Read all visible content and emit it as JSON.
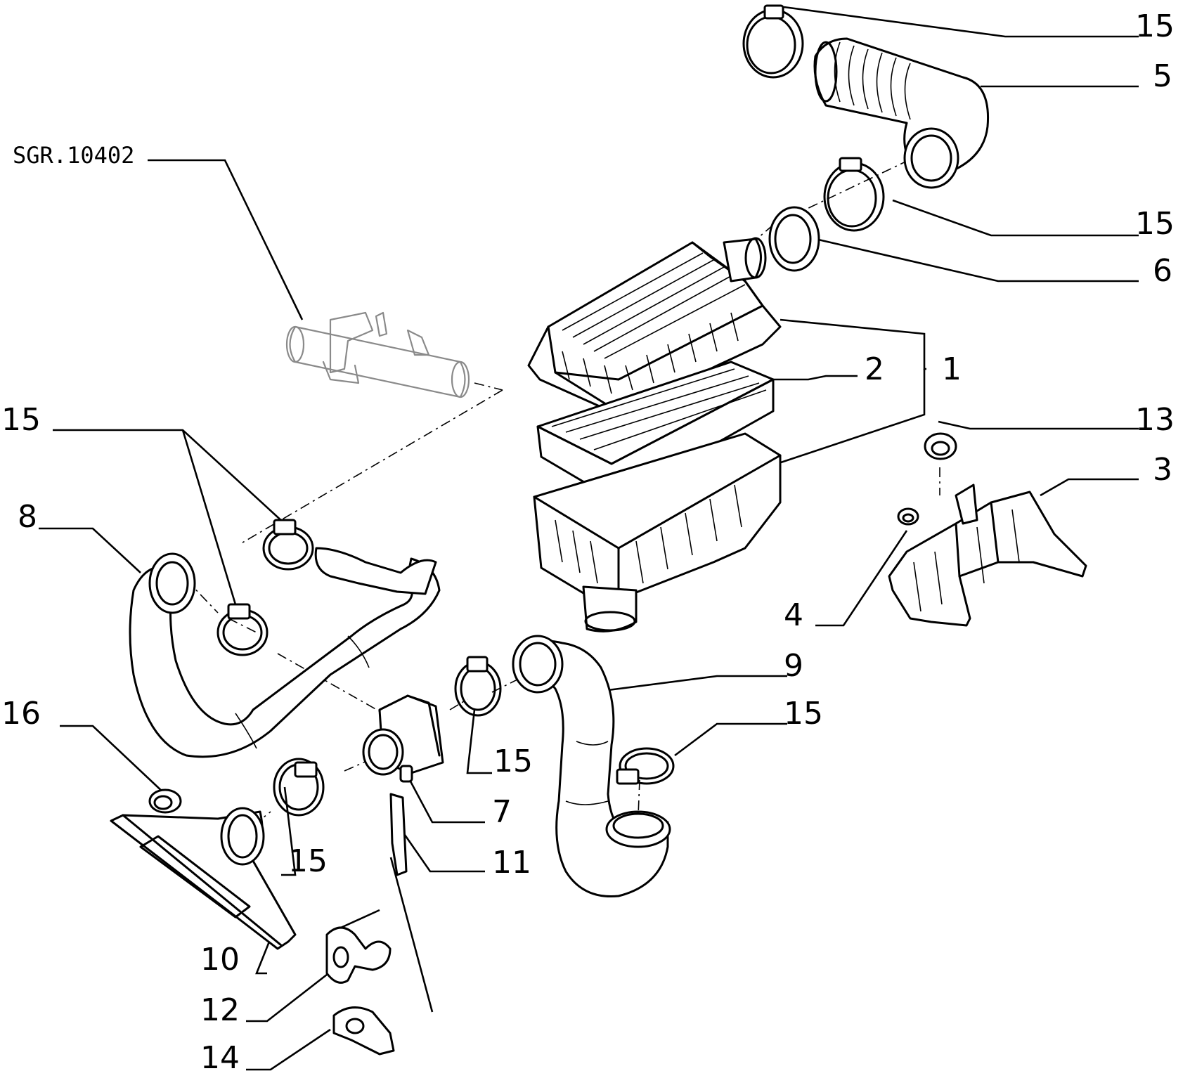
{
  "reference_code": "SGR.10402",
  "callouts": [
    "15",
    "5",
    "15",
    "6",
    "2",
    "1",
    "13",
    "3",
    "4",
    "15",
    "8",
    "9",
    "15",
    "16",
    "7",
    "15",
    "15",
    "11",
    "10",
    "12",
    "14"
  ]
}
